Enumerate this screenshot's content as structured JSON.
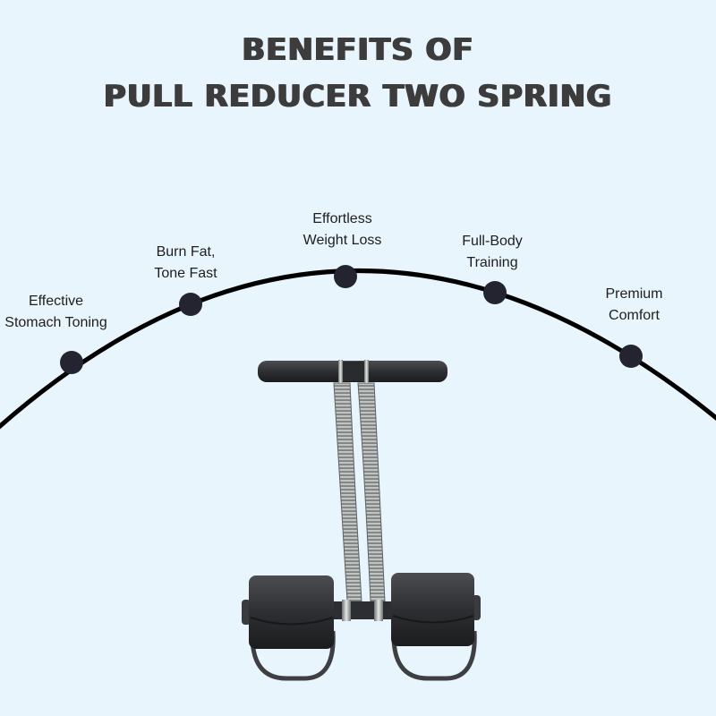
{
  "title": {
    "line1": "BENEFITS OF",
    "line2": "PULL REDUCER TWO SPRING"
  },
  "benefits": [
    {
      "line1": "Effective",
      "line2": "Stomach Toning"
    },
    {
      "line1": "Burn Fat,",
      "line2": "Tone Fast"
    },
    {
      "line1": "Effortless",
      "line2": "Weight Loss"
    },
    {
      "line1": "Full-Body",
      "line2": "Training"
    },
    {
      "line1": "Premium",
      "line2": "Comfort"
    }
  ],
  "colors": {
    "background": "#e9f5fc",
    "title": "#3c3c3c",
    "arc": "#000000",
    "dot": "#23242f"
  },
  "product": {
    "icon": "pull-reducer-two-spring-image"
  }
}
